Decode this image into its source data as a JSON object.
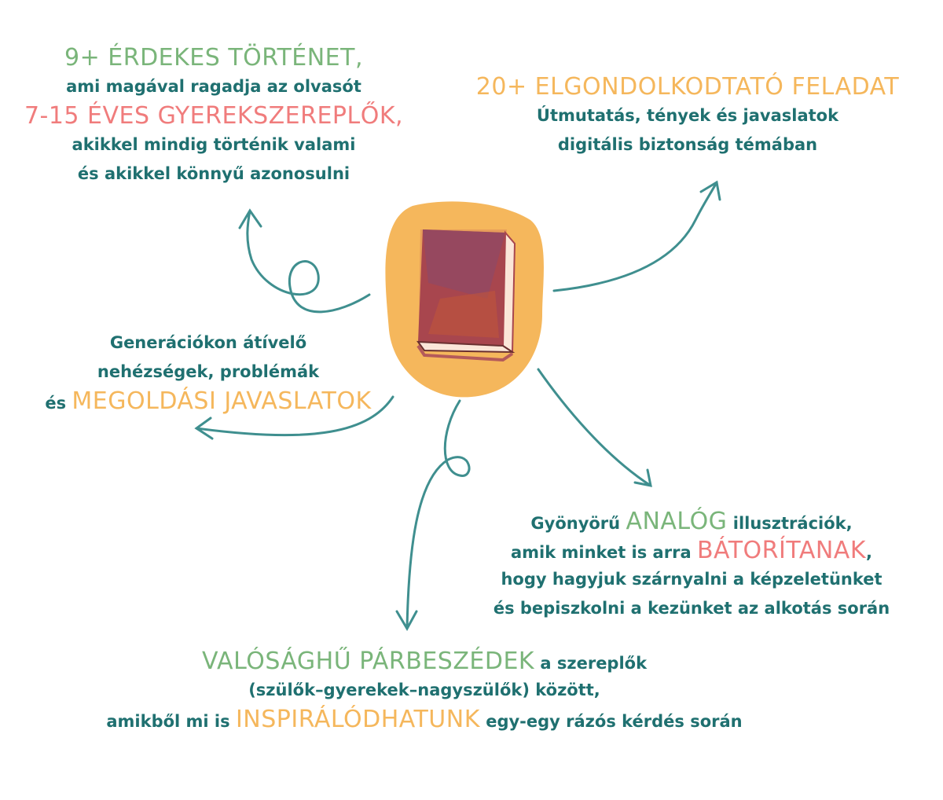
{
  "blocks": {
    "stories": {
      "l1": "9+ ÉRDEKES TÖRTÉNET,",
      "l2": "ami magával ragadja az olvasót",
      "l3": "7-15 ÉVES GYEREKSZEREPLŐK,",
      "l4": "akikkel mindig történik valami",
      "l5": "és akikkel könnyű azonosulni"
    },
    "tasks": {
      "l1": "20+ ELGONDOLKODTATÓ FELADAT",
      "l2": "Útmutatás, tények és javaslatok",
      "l3": "digitális biztonság témában"
    },
    "generations": {
      "l1": "Generációkon átívelő",
      "l2": "nehézségek, problémák",
      "l3a": "és",
      "l3b": "MEGOLDÁSI JAVASLATOK"
    },
    "illustrations": {
      "l1a": "Gyönyörű",
      "l1b": "ANALÓG",
      "l1c": "illusztrációk,",
      "l2a": "amik minket is arra",
      "l2b": "BÁTORÍTANAK",
      "l2c": ",",
      "l3": "hogy hagyjuk szárnyalni a képzeletünket",
      "l4": "és bepiszkolni a kezünket az alkotás során"
    },
    "dialogues": {
      "l1a": "VALÓSÁGHŰ PÁRBESZÉDEK",
      "l1b": "a szereplők",
      "l2": "(szülők–gyerekek–nagyszülők) között,",
      "l3a": "amikből mi is",
      "l3b": "INSPIRÁLÓDHATUNK",
      "l3c": "egy-egy rázós kérdés során"
    }
  },
  "colors": {
    "teal": "#1f7070",
    "green": "#7ab57a",
    "pink": "#f07c7c",
    "orange": "#f5b75c",
    "arrow": "#3f8f8f"
  }
}
